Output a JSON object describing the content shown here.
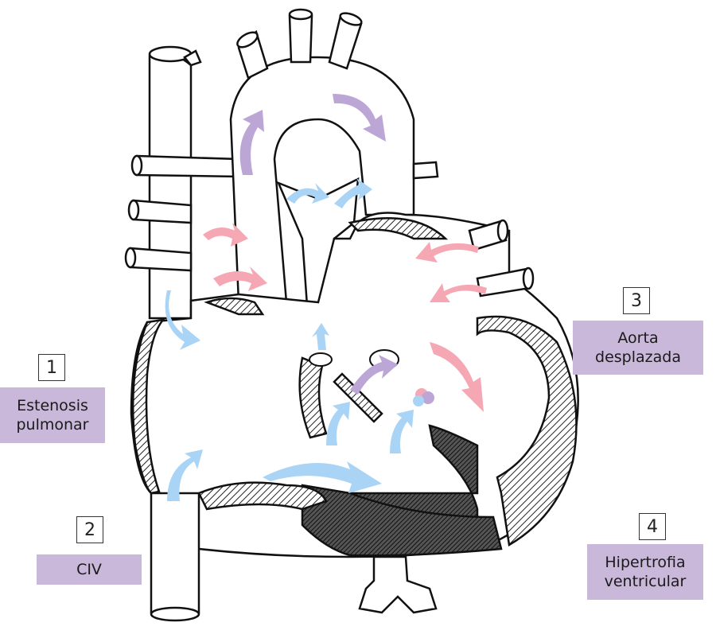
{
  "colors": {
    "label_background": "#c9b8da",
    "arrow_blue": "#a9d4f5",
    "arrow_pink": "#f5a7b4",
    "arrow_purple": "#bba6d6",
    "outline": "#111111",
    "hatch": "#333333"
  },
  "annotations": [
    {
      "number": "1",
      "label": "Estenosis\npulmonar"
    },
    {
      "number": "2",
      "label": "CIV"
    },
    {
      "number": "3",
      "label": "Aorta\ndesplazada"
    },
    {
      "number": "4",
      "label": "Hipertrofia\nventricular"
    }
  ]
}
